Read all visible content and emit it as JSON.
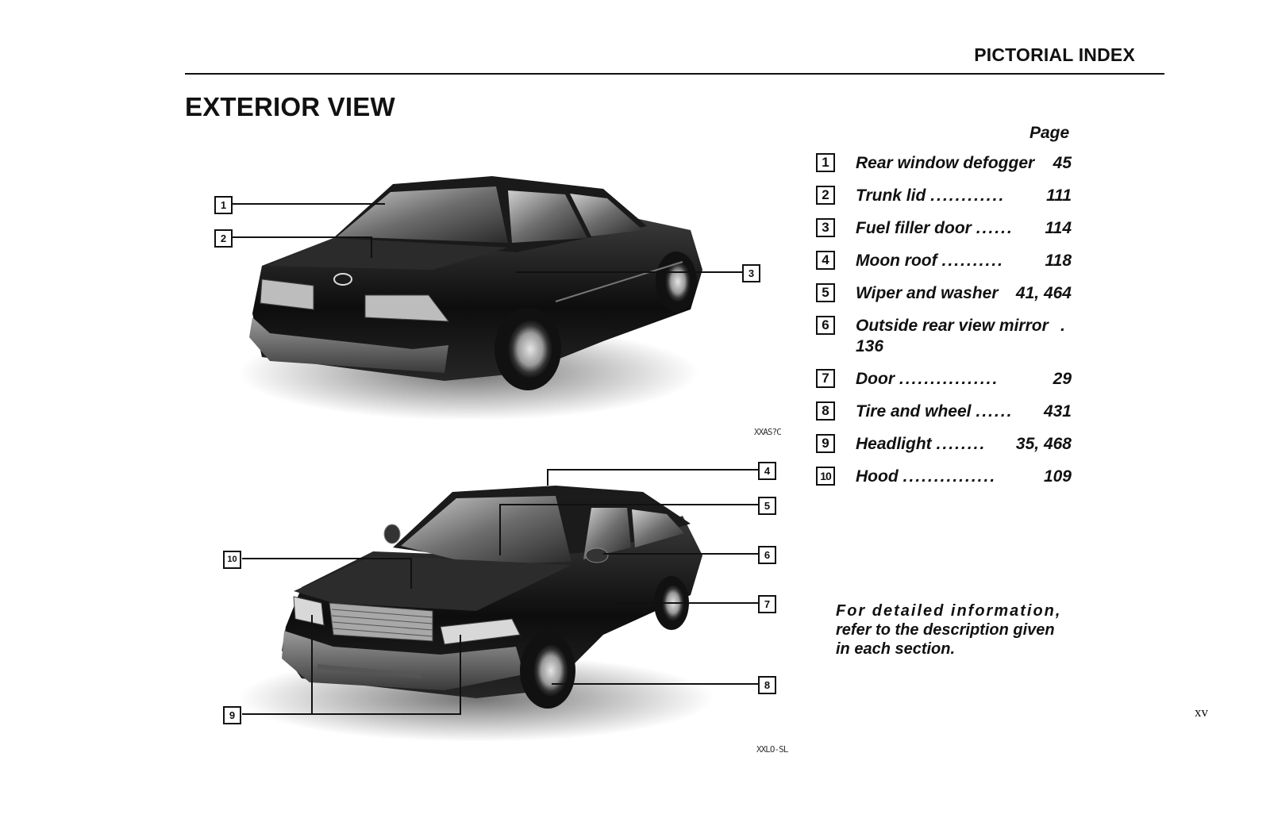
{
  "header": {
    "title": "PICTORIAL INDEX"
  },
  "section": {
    "title": "EXTERIOR VIEW"
  },
  "index": {
    "page_heading": "Page",
    "items": [
      {
        "num": "1",
        "label": "Rear window defogger",
        "page": "45",
        "dots": ""
      },
      {
        "num": "2",
        "label": "Trunk lid",
        "page": "111",
        "dots": "............"
      },
      {
        "num": "3",
        "label": "Fuel filler door",
        "page": "114",
        "dots": "......"
      },
      {
        "num": "4",
        "label": "Moon roof",
        "page": "118",
        "dots": ".........."
      },
      {
        "num": "5",
        "label": "Wiper and washer",
        "page": "41, 464",
        "dots": ""
      },
      {
        "num": "6",
        "label": "Outside rear view mirror",
        "page": "136",
        "dots": "."
      },
      {
        "num": "7",
        "label": "Door",
        "page": "29",
        "dots": "................"
      },
      {
        "num": "8",
        "label": "Tire and wheel",
        "page": "431",
        "dots": "......"
      },
      {
        "num": "9",
        "label": "Headlight",
        "page": "35, 468",
        "dots": "........"
      },
      {
        "num": "10",
        "label": "Hood",
        "page": "109",
        "dots": "..............."
      }
    ]
  },
  "note": {
    "line1": "For detailed information,",
    "line2": "refer to the description given",
    "line3": "in each section."
  },
  "figures": {
    "rear_code": "XXAS?C",
    "front_code": "XXLO-SL",
    "rear_callouts": [
      "1",
      "2",
      "3"
    ],
    "front_callouts": [
      "4",
      "5",
      "6",
      "7",
      "8",
      "9",
      "10"
    ]
  },
  "folio": "xv"
}
